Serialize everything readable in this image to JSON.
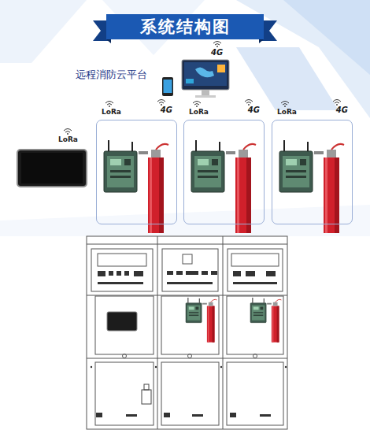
{
  "diagram": {
    "title": "系统结构图",
    "nodes": [
      {
        "text": [
          "远程消防云平台",
          "4G"
        ]
      },
      {
        "text": [
          "LoRa"
        ]
      },
      {
        "text": [
          "LoRa",
          "4G"
        ]
      },
      {
        "text": [
          "LoRa",
          "4G"
        ]
      },
      {
        "text": [
          "LoRa",
          "4G"
        ]
      }
    ]
  }
}
